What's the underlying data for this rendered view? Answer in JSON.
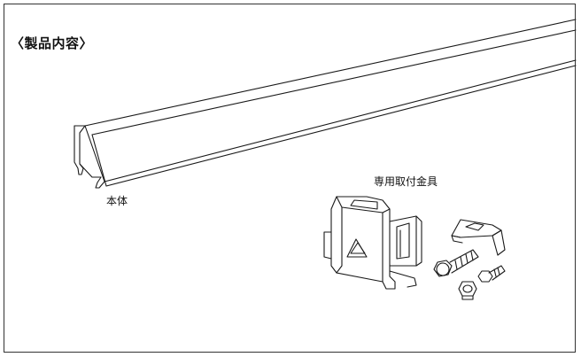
{
  "title": "〈製品内容〉",
  "labels": {
    "body": "本体",
    "fittings": "専用取付金具"
  }
}
